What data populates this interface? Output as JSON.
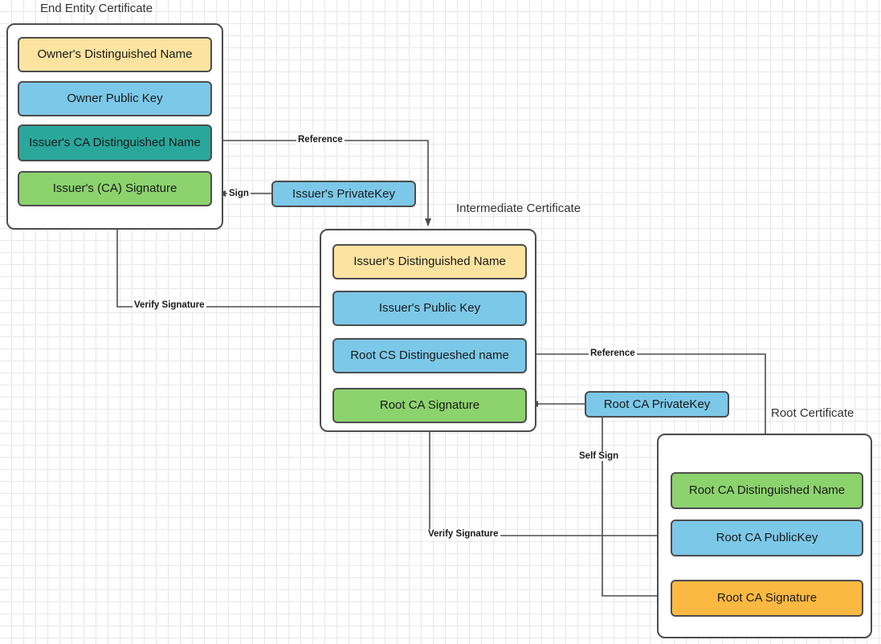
{
  "diagram": {
    "title_hidden": "",
    "colors": {
      "yellow": "#FCE3A0",
      "blue": "#7CC8E8",
      "teal": "#2AA79B",
      "green": "#8CD36E",
      "orange": "#FCB941",
      "stroke": "#4D4D4D",
      "text": "#1A1A1A",
      "grid_minor": "#E8E8E8",
      "grid_major": "#D0D0D0",
      "background": "#FFFFFF"
    }
  },
  "certificates": [
    {
      "id": "end-entity",
      "caption": "End Entity Certificate",
      "fields": [
        {
          "label": "Owner's Distinguished Name",
          "color": "#FCE3A0"
        },
        {
          "label": "Owner Public  Key",
          "color": "#7CC8E8"
        },
        {
          "label": "Issuer's CA Distinguished Name",
          "color": "#2AA79B"
        },
        {
          "label": "Issuer's (CA) Signature",
          "color": "#8CD36E"
        }
      ]
    },
    {
      "id": "intermediate",
      "caption": "Intermediate Certificate",
      "fields": [
        {
          "label": "Issuer's Distinguished Name",
          "color": "#FCE3A0"
        },
        {
          "label": "Issuer's Public  Key",
          "color": "#7CC8E8"
        },
        {
          "label": "Root CS Distingueshed name",
          "color": "#7CC8E8"
        },
        {
          "label": "Root CA Signature",
          "color": "#8CD36E"
        }
      ]
    },
    {
      "id": "root",
      "caption": "Root Certificate",
      "fields": [
        {
          "label": "Root CA Distinguished Name",
          "color": "#8CD36E"
        },
        {
          "label": "Root CA PublicKey",
          "color": "#7CC8E8"
        },
        {
          "label": "Root CA Signature",
          "color": "#FCB941"
        }
      ]
    }
  ],
  "keys": [
    {
      "id": "issuer-private-key",
      "label": "Issuer's PrivateKey",
      "color": "#7CC8E8"
    },
    {
      "id": "root-ca-private-key",
      "label": "Root CA PrivateKey",
      "color": "#7CC8E8"
    }
  ],
  "edges": [
    {
      "id": "reference-top",
      "label": "Reference"
    },
    {
      "id": "sign-end-entity",
      "label": "Sign"
    },
    {
      "id": "verify-signature-intermediate",
      "label": "Verify Signature"
    },
    {
      "id": "reference-root",
      "label": "Reference"
    },
    {
      "id": "self-sign",
      "label": "Self Sign"
    },
    {
      "id": "verify-signature-root",
      "label": "Verify Signature"
    }
  ]
}
